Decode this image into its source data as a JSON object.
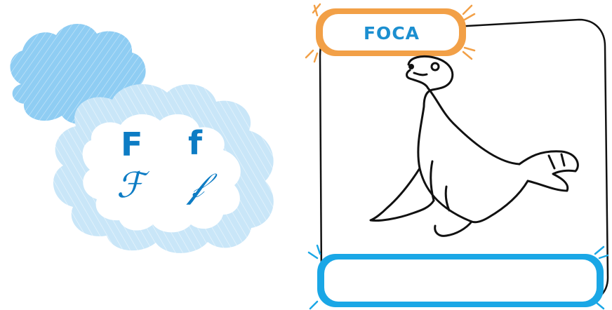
{
  "letters": {
    "upper_print": "F",
    "lower_print": "f",
    "upper_cursive": "ℱ",
    "lower_cursive": "𝒻"
  },
  "card": {
    "word": "FOCA",
    "answer_value": ""
  },
  "colors": {
    "dark_cloud": "#8fcdf3",
    "light_cloud": "#c9e6f8",
    "letter_blue": "#0d7cc4",
    "label_orange": "#f2a047",
    "answer_blue": "#1aa7e6",
    "outline": "#111111"
  },
  "icons": {
    "illustration": "seal-icon"
  }
}
